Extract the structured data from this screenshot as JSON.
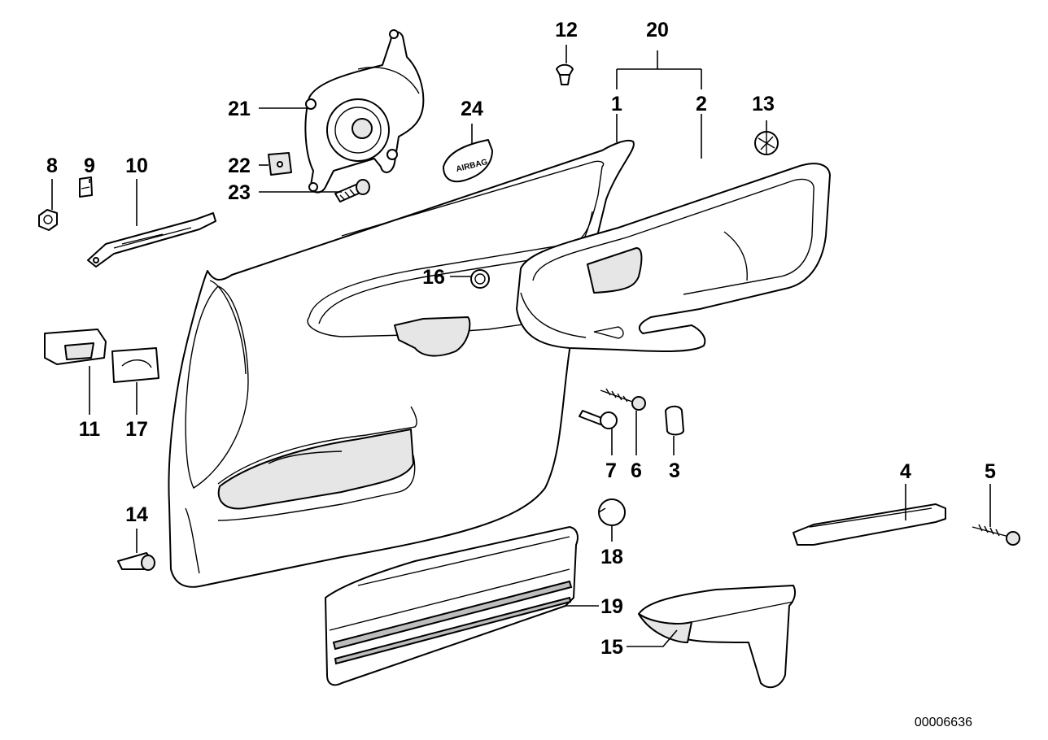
{
  "diagram": {
    "reference_number": "00006636",
    "airbag_badge_text": "AIRBAG",
    "callouts": [
      {
        "id": "c1",
        "text": "1"
      },
      {
        "id": "c2",
        "text": "2"
      },
      {
        "id": "c3",
        "text": "3"
      },
      {
        "id": "c4",
        "text": "4"
      },
      {
        "id": "c5",
        "text": "5"
      },
      {
        "id": "c6",
        "text": "6"
      },
      {
        "id": "c7",
        "text": "7"
      },
      {
        "id": "c8",
        "text": "8"
      },
      {
        "id": "c9",
        "text": "9"
      },
      {
        "id": "c10",
        "text": "10"
      },
      {
        "id": "c11",
        "text": "11"
      },
      {
        "id": "c12",
        "text": "12"
      },
      {
        "id": "c13",
        "text": "13"
      },
      {
        "id": "c14",
        "text": "14"
      },
      {
        "id": "c15",
        "text": "15"
      },
      {
        "id": "c16",
        "text": "16"
      },
      {
        "id": "c17",
        "text": "17"
      },
      {
        "id": "c18",
        "text": "18"
      },
      {
        "id": "c19",
        "text": "19"
      },
      {
        "id": "c20",
        "text": "20"
      },
      {
        "id": "c21",
        "text": "21"
      },
      {
        "id": "c22",
        "text": "22"
      },
      {
        "id": "c23",
        "text": "23"
      },
      {
        "id": "c24",
        "text": "24"
      }
    ]
  }
}
